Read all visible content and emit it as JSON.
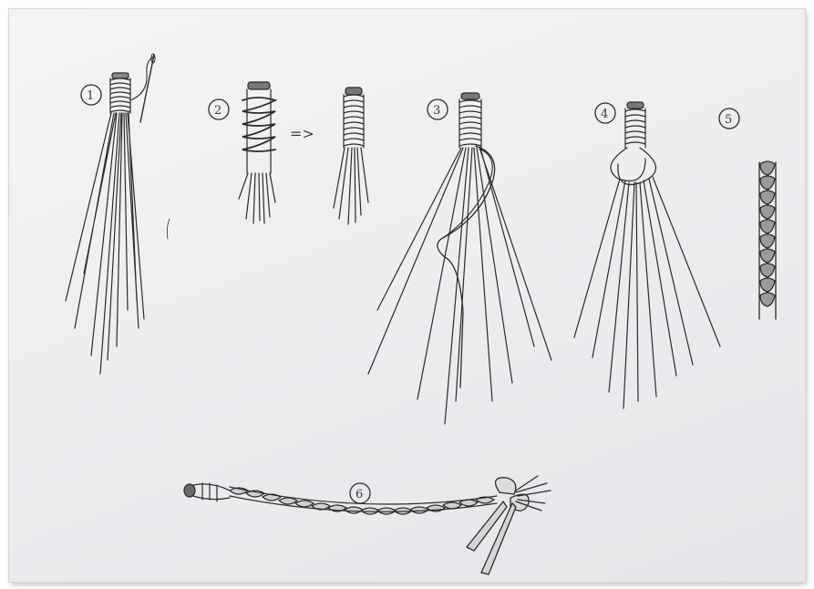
{
  "steps": {
    "s1": "1",
    "s2": "2",
    "s3": "3",
    "s4": "4",
    "s5": "5",
    "s6": "6"
  },
  "arrow_text": "=>",
  "colors": {
    "paper": "#eceef0",
    "pencil": "#2b2b2b",
    "border": "#ffffff"
  }
}
